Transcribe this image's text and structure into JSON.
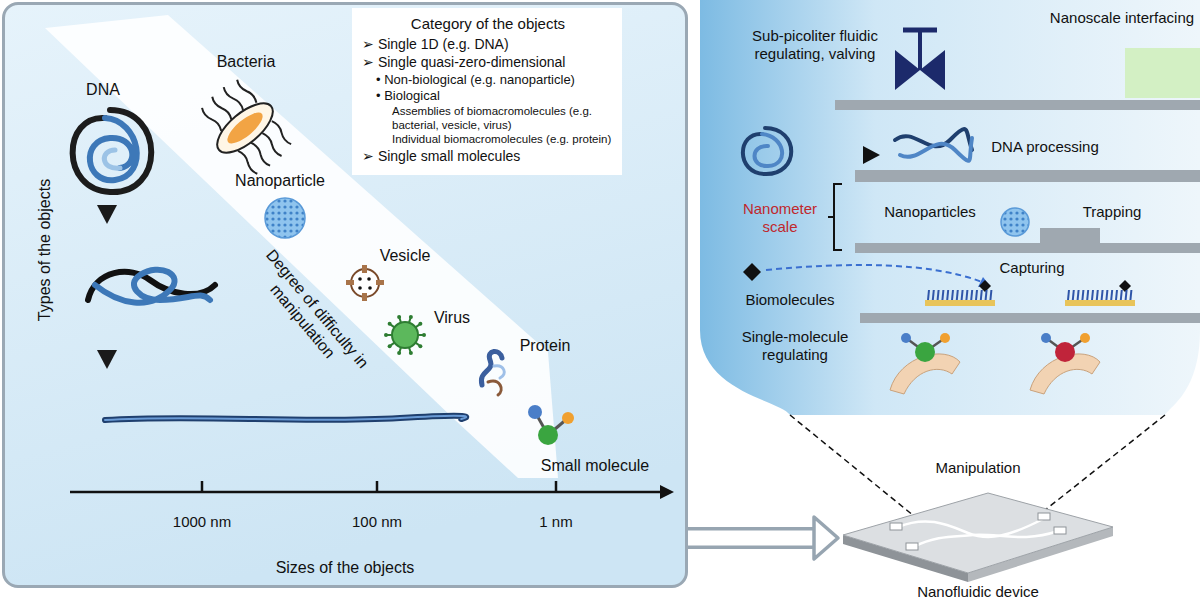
{
  "diagram": {
    "nodes": [
      {
        "text": [
          "Types of the objects",
          "Sizes of the objects"
        ]
      },
      {
        "text": [
          "Category of the objects",
          "➢ Single 1D (e.g. DNA)",
          "➢ Single quasi-zero-dimensional",
          "• Non-biological (e.g. nanoparticle)",
          "• Biological",
          "Assemblies of biomacromolecules (e.g. bacterial, vesicle, virus)",
          "Individual biomacromolecules (e.g. protein)",
          "➢ Single small molecules"
        ],
        "in": 0
      },
      {
        "text": [
          "Manipulation",
          "Nanofluidic device"
        ]
      }
    ],
    "edges": [
      {
        "from": 0,
        "to": 2,
        "arrow": "to"
      }
    ],
    "labels": [
      "DNA",
      "Bacteria",
      "Nanoparticle",
      "Degree of difficulty in manipulation",
      "Vesicle",
      "Virus",
      "Protein",
      "Small molecule",
      "1000 nm",
      "100 nm",
      "1 nm",
      "Nanoscale interfacing",
      "Sub-picoliter fluidic regulating, valving",
      "DNA processing",
      "Nanometer scale",
      "Nanoparticles",
      "Trapping",
      "Biomolecules",
      "Capturing",
      "Single-molecule regulating"
    ]
  }
}
